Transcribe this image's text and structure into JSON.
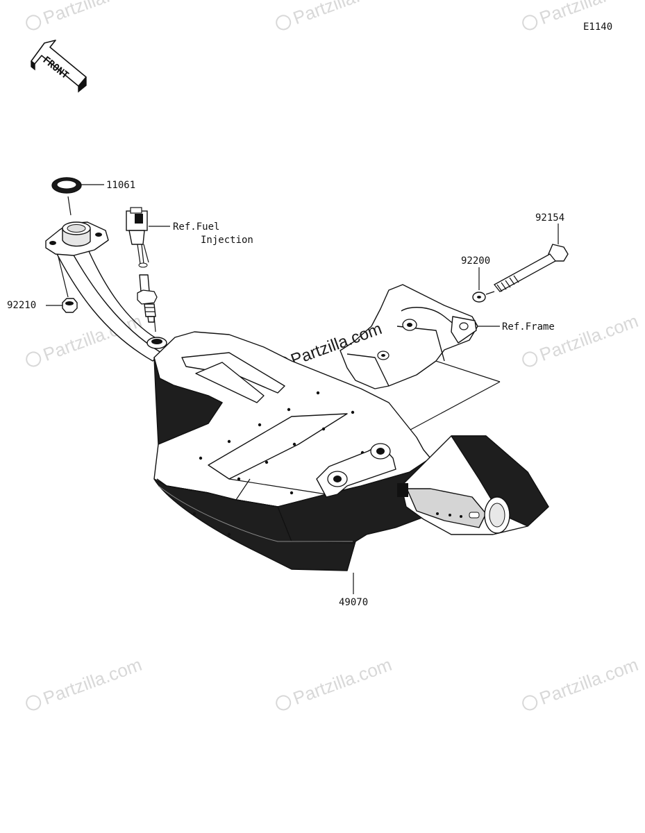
{
  "diagram_code": "E1140",
  "front_label": "FRONT",
  "watermark": "Partzilla.com",
  "watermark_center": "Partzilla.com",
  "callouts": {
    "p11061": "11061",
    "ref_fuel_line1": "Ref.Fuel",
    "ref_fuel_line2": "Injection",
    "p92210": "92210",
    "p92154": "92154",
    "p92200": "92200",
    "ref_frame": "Ref.Frame",
    "p49070": "49070"
  },
  "colors": {
    "ink": "#111111",
    "watermark": "#d8d8d8"
  },
  "icons": [
    "front-arrow-icon",
    "copyright-icon"
  ]
}
